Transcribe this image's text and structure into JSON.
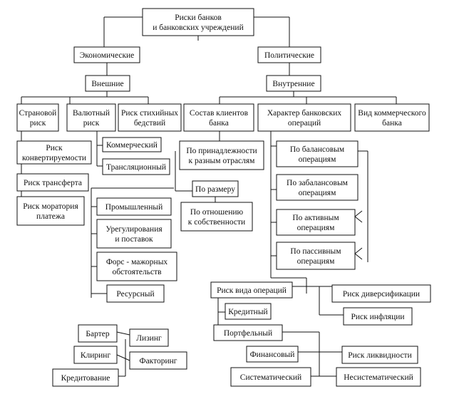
{
  "nodes": {
    "root": [
      "Риски банков",
      "и банковских учреждений"
    ],
    "economic": [
      "Экономические"
    ],
    "political": [
      "Политические"
    ],
    "external": [
      "Внешние"
    ],
    "internal": [
      "Внутренние"
    ],
    "country": [
      "Страновой",
      "риск"
    ],
    "currency": [
      "Валютный",
      "риск"
    ],
    "disaster": [
      "Риск стихийных",
      "бедствий"
    ],
    "clients": [
      "Состав клиентов",
      "банка"
    ],
    "bank_ops": [
      "Характер банковских",
      "операций"
    ],
    "bank_type": [
      "Вид коммерческого",
      "банка"
    ],
    "convertibility": [
      "Риск",
      "конвертируемости"
    ],
    "commercial": [
      "Коммерческий"
    ],
    "translation": [
      "Трансляционный"
    ],
    "transfer": [
      "Риск трансферта"
    ],
    "moratorium": [
      "Риск моратория",
      "платежа"
    ],
    "by_industry": [
      "По принадлежности",
      "к разным отраслям"
    ],
    "by_size": [
      "По размеру"
    ],
    "by_ownership": [
      "По отношению",
      "к собственности"
    ],
    "industrial": [
      "Промышленный"
    ],
    "settlement": [
      "Урегулирования",
      "и поставок"
    ],
    "force_majeure": [
      "Форс - мажорных",
      "обстоятельств"
    ],
    "resource": [
      "Ресурсный"
    ],
    "balance_ops": [
      "По балансовым",
      "операциям"
    ],
    "offbalance_ops": [
      "По забалансовым",
      "операциям"
    ],
    "active_ops": [
      "По активным",
      "операциям"
    ],
    "passive_ops": [
      "По пассивным",
      "операциям"
    ],
    "op_type_risk": [
      "Риск вида операций"
    ],
    "credit": [
      "Кредитный"
    ],
    "portfolio": [
      "Портфельный"
    ],
    "diversification": [
      "Риск диверсификации"
    ],
    "inflation": [
      "Риск инфляции"
    ],
    "barter": [
      "Бартер"
    ],
    "leasing": [
      "Лизинг"
    ],
    "clearing": [
      "Клиринг"
    ],
    "factoring": [
      "Факторинг"
    ],
    "lending": [
      "Кредитование"
    ],
    "financial": [
      "Финансовый"
    ],
    "liquidity": [
      "Риск ликвидности"
    ],
    "systematic": [
      "Систематический"
    ],
    "unsystematic": [
      "Несистематический"
    ]
  }
}
